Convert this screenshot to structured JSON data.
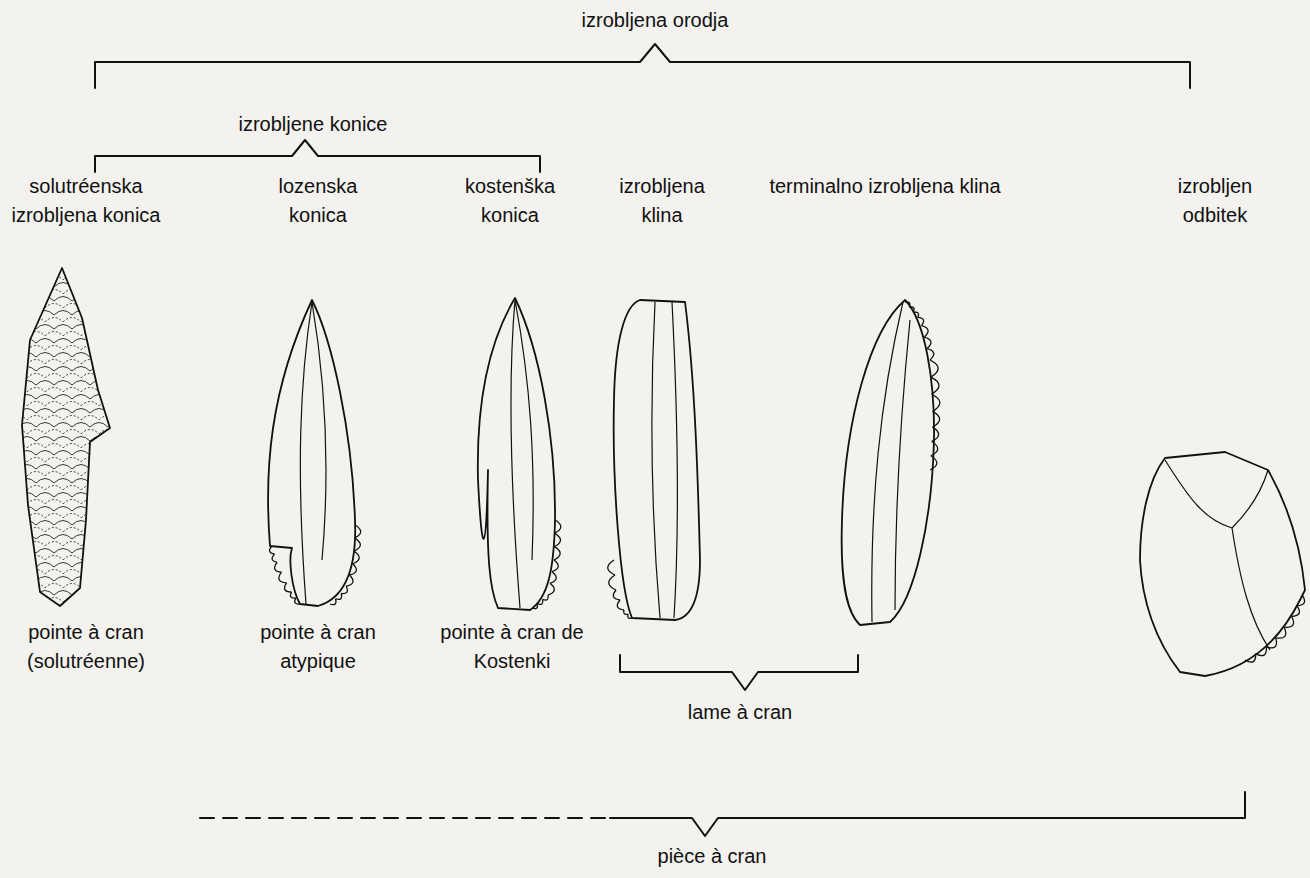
{
  "diagram": {
    "labels": [
      "izrobljena orodja",
      "izrobljene konice",
      "solutréenska izrobljena konica",
      "lozenska konica",
      "kostenška konica",
      "izrobljena klina",
      "terminalno izrobljena klina",
      "izrobljen odbitek",
      "pointe à cran (solutréenne)",
      "pointe à cran atypique",
      "pointe à cran de Kostenki",
      "lame à cran",
      "pièce à cran"
    ]
  }
}
